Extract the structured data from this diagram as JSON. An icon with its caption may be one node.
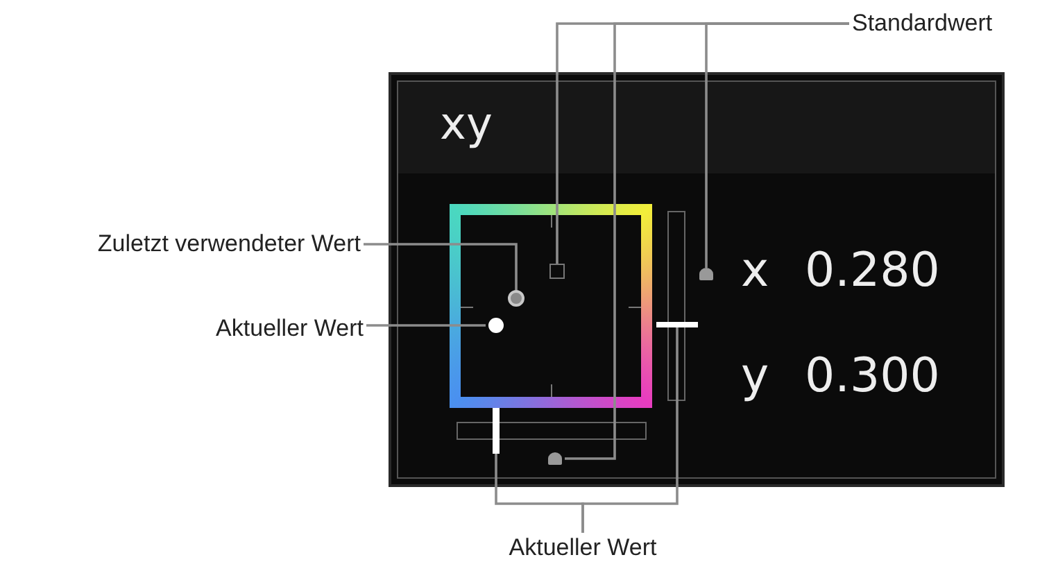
{
  "diagram": {
    "nodes": [
      {
        "text": [
          "Standardwert"
        ]
      },
      {
        "text": [
          "xy"
        ]
      },
      {
        "text": [],
        "shape": "box",
        "in": 1
      },
      {
        "text": [],
        "shape": "triangle",
        "in": 1
      },
      {
        "text": [
          "Zuletzt verwendeter Wert"
        ]
      },
      {
        "text": [],
        "shape": "circle",
        "in": 1
      },
      {
        "text": [
          "Aktueller Wert"
        ]
      },
      {
        "text": [],
        "shape": "circle",
        "in": 1
      },
      {
        "text": [],
        "shape": "bar",
        "in": 1
      },
      {
        "text": [],
        "shape": "bar",
        "in": 1
      },
      {
        "text": [],
        "shape": "triangle",
        "in": 1
      },
      {
        "text": [
          "Aktueller Wert"
        ]
      }
    ],
    "edges": [
      {
        "from": 0,
        "to": 2,
        "arrow": "none"
      },
      {
        "from": 0,
        "to": 10,
        "arrow": "none"
      },
      {
        "from": 0,
        "to": 3,
        "arrow": "none"
      },
      {
        "from": 4,
        "to": 5,
        "arrow": "none"
      },
      {
        "from": 6,
        "to": 7,
        "arrow": "none"
      },
      {
        "from": 11,
        "to": 9,
        "arrow": "none"
      },
      {
        "from": 11,
        "to": 8,
        "arrow": "none"
      }
    ],
    "labels": [
      "x",
      "0.280",
      "y",
      "0.300"
    ]
  }
}
